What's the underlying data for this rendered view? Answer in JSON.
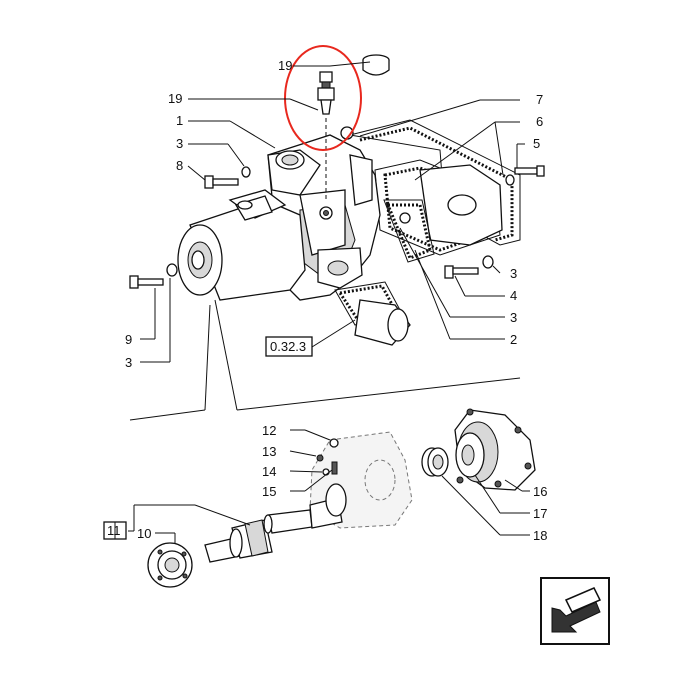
{
  "diagram": {
    "callouts": {
      "c19a": "19",
      "c19b": "19",
      "c1": "1",
      "c3a": "3",
      "c8": "8",
      "c7": "7",
      "c6": "6",
      "c5": "5",
      "c3b": "3",
      "c4": "4",
      "c3c": "3",
      "c2": "2",
      "c9": "9",
      "c3d": "3",
      "ref": "0.32.3",
      "c12": "12",
      "c13": "13",
      "c14": "14",
      "c15": "15",
      "c11": "11",
      "c10": "10",
      "c16": "16",
      "c17": "17",
      "c18": "18"
    },
    "highlight_color": "#e8281e",
    "nav_icon": "arrow-down-left-icon"
  }
}
